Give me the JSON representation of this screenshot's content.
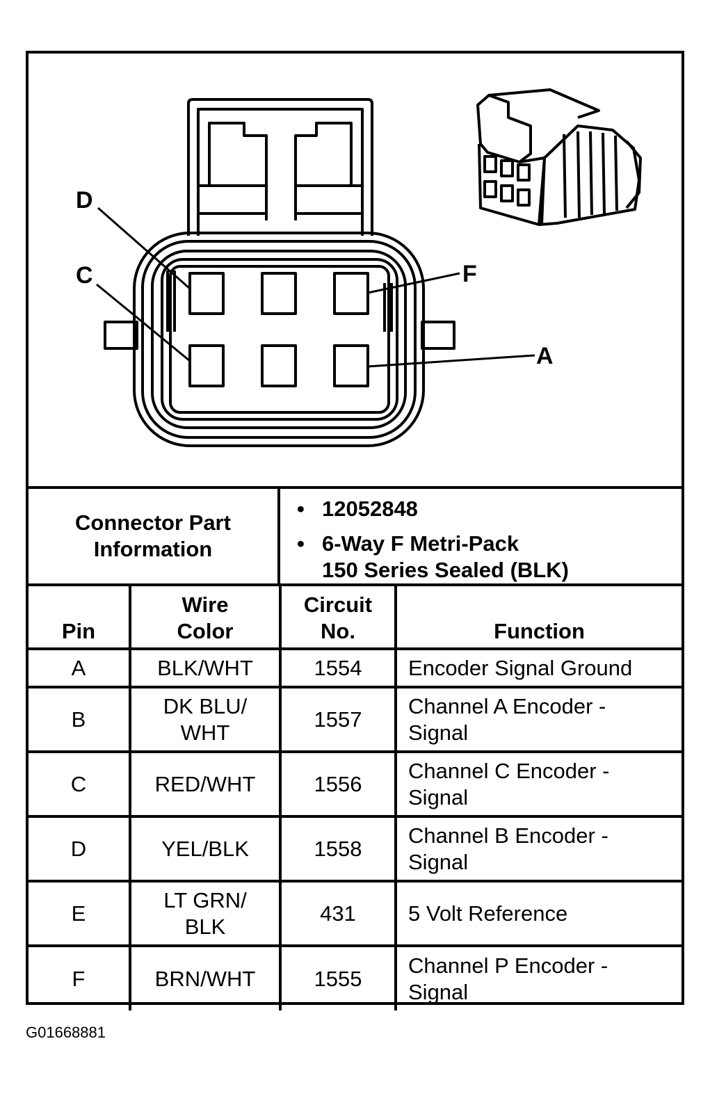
{
  "diagram": {
    "callouts": {
      "d": "D",
      "c": "C",
      "f": "F",
      "a": "A"
    }
  },
  "connector_info": {
    "label_line1": "Connector Part",
    "label_line2": "Information",
    "part_number": "12052848",
    "description_line1": "6-Way F Metri-Pack",
    "description_line2": "150 Series Sealed (BLK)",
    "bullet": "•"
  },
  "pin_table": {
    "headers": {
      "pin": "Pin",
      "wire_color_line1": "Wire",
      "wire_color_line2": "Color",
      "circuit_line1": "Circuit",
      "circuit_line2": "No.",
      "function": "Function"
    },
    "rows": [
      {
        "pin": "A",
        "wire": [
          "BLK/WHT"
        ],
        "circuit": "1554",
        "function": [
          "Encoder Signal Ground"
        ]
      },
      {
        "pin": "B",
        "wire": [
          "DK BLU/",
          "WHT"
        ],
        "circuit": "1557",
        "function": [
          "Channel A Encoder -",
          "Signal"
        ]
      },
      {
        "pin": "C",
        "wire": [
          "RED/WHT"
        ],
        "circuit": "1556",
        "function": [
          "Channel C Encoder -",
          "Signal"
        ]
      },
      {
        "pin": "D",
        "wire": [
          "YEL/BLK"
        ],
        "circuit": "1558",
        "function": [
          "Channel B Encoder -",
          "Signal"
        ]
      },
      {
        "pin": "E",
        "wire": [
          "LT GRN/",
          "BLK"
        ],
        "circuit": "431",
        "function": [
          "5 Volt Reference"
        ]
      },
      {
        "pin": "F",
        "wire": [
          "BRN/WHT"
        ],
        "circuit": "1555",
        "function": [
          "Channel P Encoder -",
          "Signal"
        ]
      }
    ]
  },
  "figure_id": "G01668881"
}
